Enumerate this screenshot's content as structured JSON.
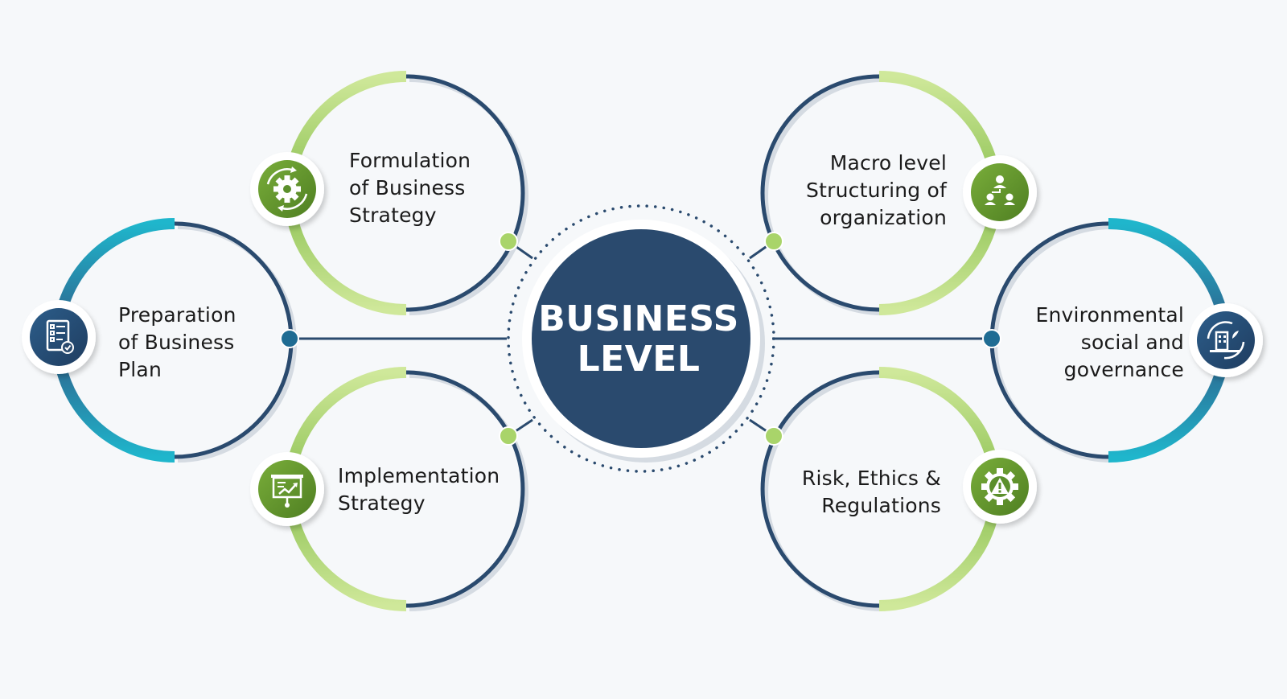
{
  "center": {
    "line1": "BUSINESS",
    "line2": "LEVEL"
  },
  "items": {
    "formulation": {
      "lines": [
        "Formulation",
        "of Business",
        "Strategy"
      ],
      "icon": "gear-cycle-icon"
    },
    "preparation": {
      "lines": [
        "Preparation",
        "of Business",
        "Plan"
      ],
      "icon": "checklist-icon"
    },
    "implementation": {
      "lines": [
        "Implementation",
        "Strategy"
      ],
      "icon": "presentation-board-icon"
    },
    "macro": {
      "lines": [
        "Macro level",
        "Structuring of",
        "organization"
      ],
      "icon": "org-structure-icon"
    },
    "environmental": {
      "lines": [
        "Environmental",
        "social and",
        "governance"
      ],
      "icon": "eco-building-icon"
    },
    "risk": {
      "lines": [
        "Risk, Ethics &",
        "Regulations"
      ],
      "icon": "warning-gear-icon"
    }
  },
  "colors": {
    "navy": "#2a4a6e",
    "green": "#8cc152",
    "green_light": "#cfe89a",
    "green_dark": "#5b8f2c",
    "teal": "#1fb6cc",
    "teal_dark": "#2f5a86"
  }
}
